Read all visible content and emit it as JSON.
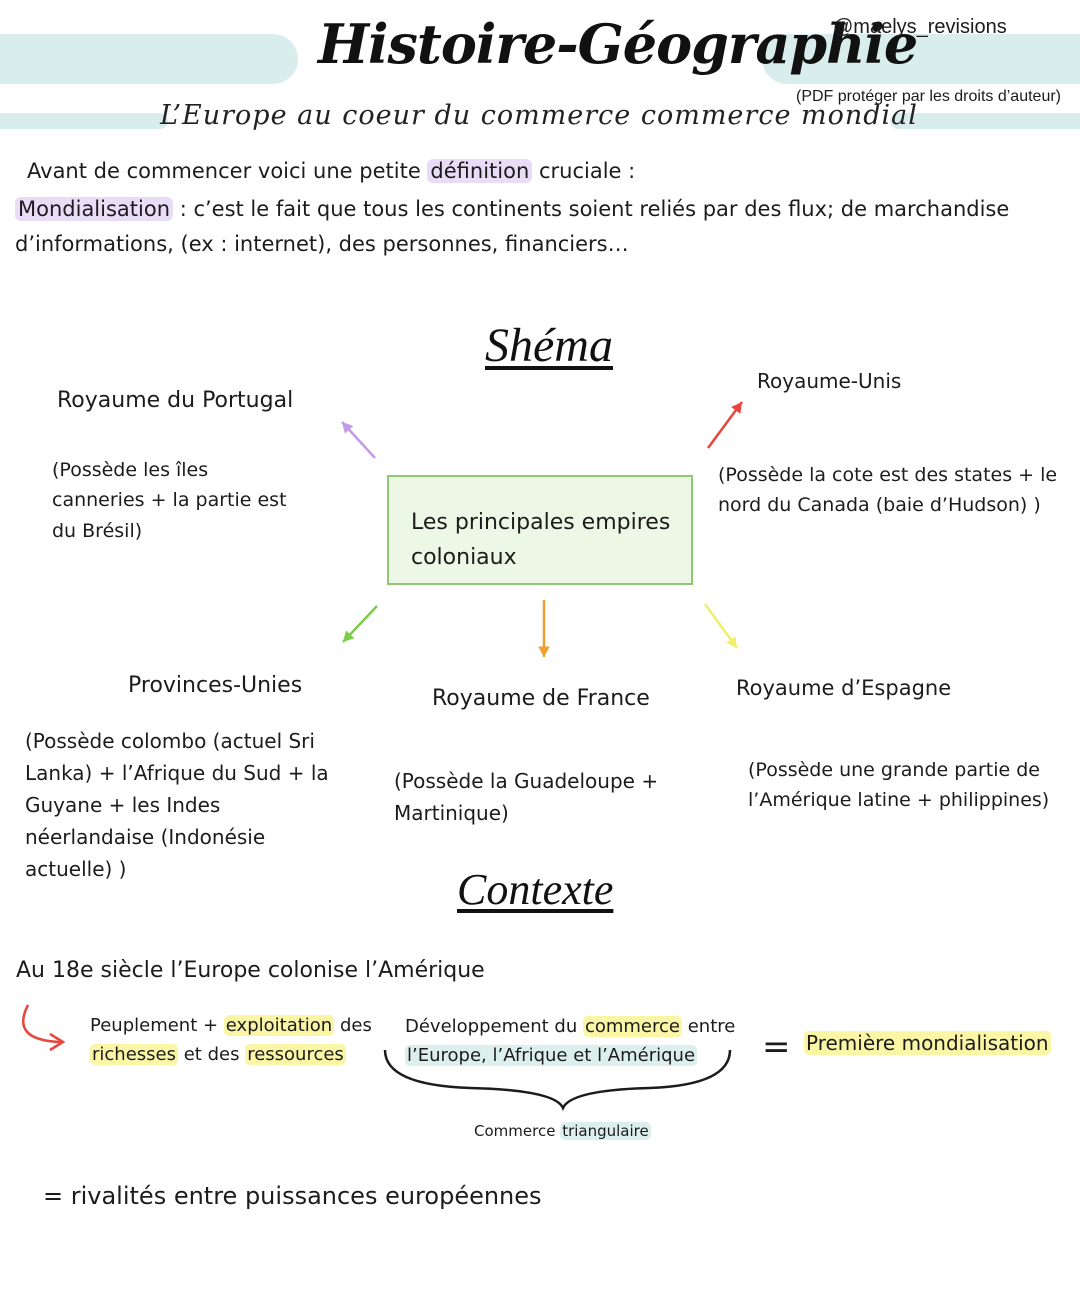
{
  "header": {
    "title": "Histoire-Géographie",
    "handle": "@maelys_revisions",
    "copyright": "(PDF protéger par les droits d’auteur)",
    "subtitle": "L’Europe au coeur du commerce commerce mondial"
  },
  "intro": {
    "line1_before": "Avant de commencer voici une petite ",
    "line1_highlight": "définition",
    "line1_after": " cruciale :",
    "term": "Mondialisation",
    "definition_line1": " : c’est le fait que tous les continents soient reliés par des flux; de marchandise",
    "definition_line2": "d’informations, (ex : internet), des personnes, financiers…"
  },
  "schema": {
    "heading": "Shéma",
    "center": "Les principales empires coloniaux",
    "portugal": {
      "name": "Royaume du Portugal",
      "lines": [
        "(Possède les îles",
        "canneries + la partie est",
        "du Brésil)"
      ]
    },
    "uk": {
      "name": "Royaume-Unis",
      "lines": [
        "(Possède la cote est des states + le",
        "nord du Canada (baie d’Hudson) )"
      ]
    },
    "provinces": {
      "name": "Provinces-Unies",
      "lines": [
        "(Possède colombo (actuel Sri",
        "Lanka) + l’Afrique du Sud + la",
        "Guyane + les Indes",
        "néerlandaise (Indonésie",
        "actuelle) )"
      ]
    },
    "france": {
      "name": "Royaume de France",
      "lines": [
        "(Possède la Guadeloupe +",
        "Martinique)"
      ]
    },
    "spain": {
      "name": "Royaume d’Espagne",
      "lines": [
        "(Possède une grande partie de",
        "l’Amérique latine + philippines)"
      ]
    },
    "arrow_colors": {
      "portugal": "#c39be6",
      "uk": "#e8453c",
      "provinces": "#7ccb4a",
      "france": "#f0a030",
      "spain": "#f2ee6a"
    }
  },
  "context": {
    "heading": "Contexte",
    "statement": "Au 18e siècle l’Europe colonise l’Amérique",
    "left_a": "Peuplement + ",
    "left_b": "exploitation",
    "left_c": " des",
    "left_d": "richesses",
    "left_e": " et des ",
    "left_f": "ressources",
    "mid_a": "Développement du ",
    "mid_b": "commerce",
    "mid_c": " entre",
    "mid_d": "l’Europe, l’Afrique et l’Amérique",
    "equals": "=",
    "result": "Première mondialisation",
    "brace_label_a": "Commerce ",
    "brace_label_b": "triangulaire",
    "conclusion": "= rivalités entre puissances européennes"
  }
}
